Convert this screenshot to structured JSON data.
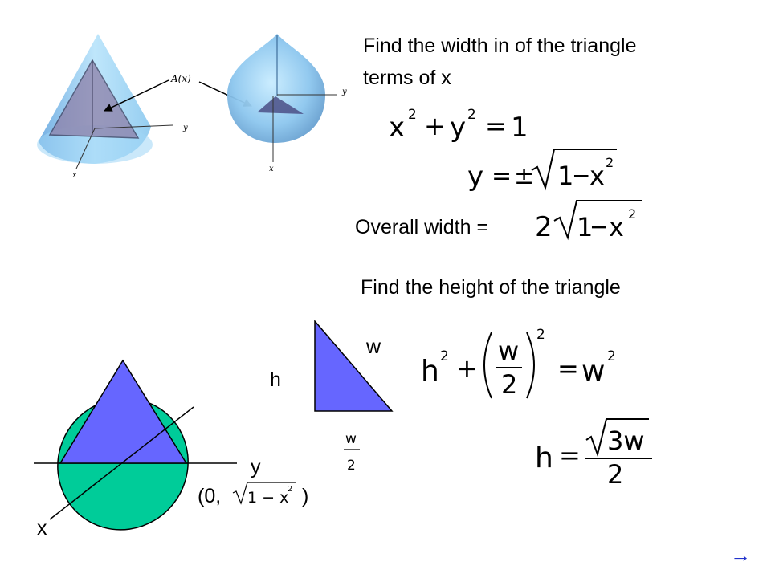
{
  "text": {
    "width_question_line1": "Find the width in of the triangle",
    "width_question_line2": "terms of x",
    "overall_width_label": "Overall width =",
    "height_question": "Find the height of the triangle"
  },
  "figure_labels": {
    "area_label": "A(x)",
    "axis_y_left": "y",
    "axis_x_left": "x",
    "axis_y_right": "y",
    "axis_x_right": "x"
  },
  "equations": {
    "circle": {
      "x": "x",
      "plus": "+",
      "y": "y",
      "exp": "2",
      "eq": "=",
      "one": "1"
    },
    "y_solved": {
      "y": "y",
      "eq": "=",
      "pm": "±",
      "one": "1",
      "minus": "−",
      "x": "x",
      "exp": "2"
    },
    "width": {
      "two": "2",
      "one": "1",
      "minus": "−",
      "x": "x",
      "exp": "2"
    },
    "pythag": {
      "h": "h",
      "exp": "2",
      "plus": "+",
      "w": "w",
      "two": "2",
      "eq": "="
    },
    "height": {
      "h": "h",
      "eq": "=",
      "three_w": "3w",
      "two": "2"
    },
    "half_w": {
      "w": "w",
      "two": "2"
    }
  },
  "bottom_figure": {
    "label_w": "w",
    "label_h": "h",
    "label_y": "y",
    "label_x": "x",
    "point_open": "(0,",
    "point_close": ")",
    "point_root": "1 − x",
    "point_exp": "2"
  },
  "colors": {
    "triangle_fill": "#6666ff",
    "ellipse_fill": "#00cc99",
    "nav_arrow": "#2233cc"
  },
  "nav": {
    "next_icon": "→"
  }
}
